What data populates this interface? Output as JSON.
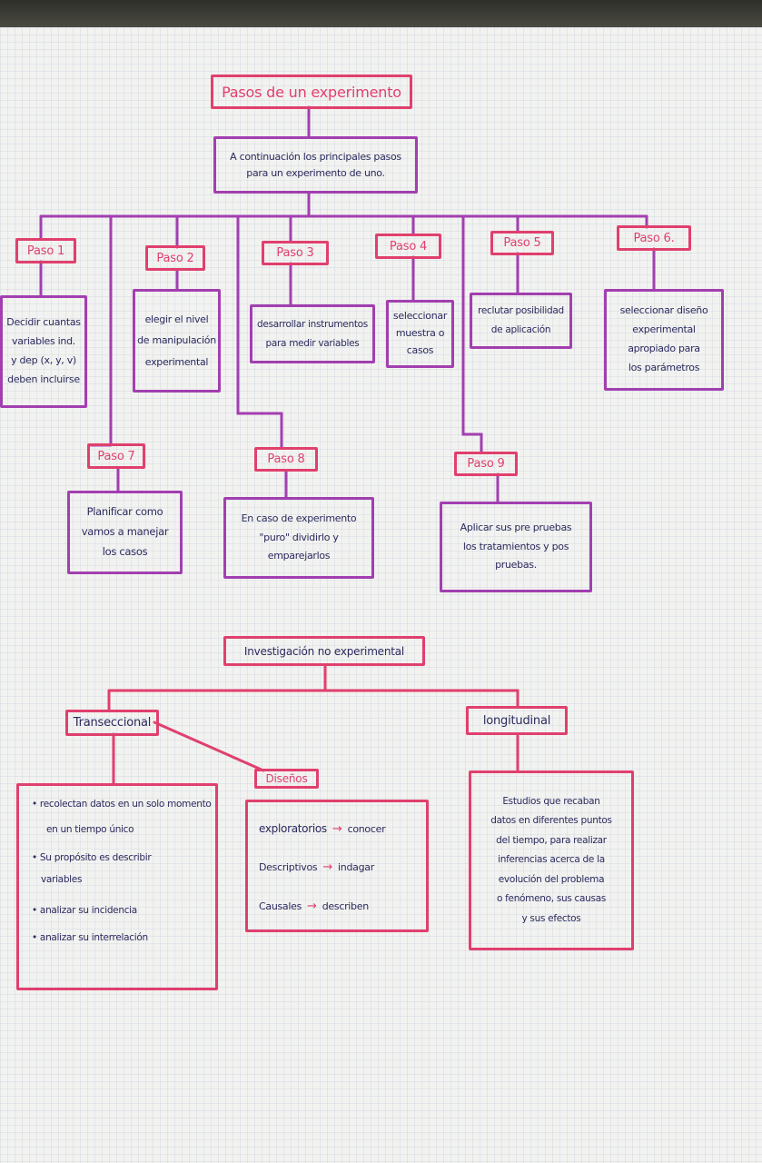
{
  "experimento": {
    "title": "Pasos de un experimento",
    "intro": "A continuación los principales pasos\npara un experimento de uno.",
    "pasos": [
      {
        "label": "Paso 1",
        "text": "Decidir cuantas\nvariables ind.\ny dep (x, y, v)\ndeben incluirse"
      },
      {
        "label": "Paso 2",
        "text": "elegir el nivel\nde manipulación\nexperimental"
      },
      {
        "label": "Paso 3",
        "text": "desarrollar instrumentos\npara medir variables"
      },
      {
        "label": "Paso 4",
        "text": "seleccionar\nmuestra o\ncasos"
      },
      {
        "label": "Paso 5",
        "text": "reclutar posibilidad\nde aplicación"
      },
      {
        "label": "Paso 6.",
        "text": "seleccionar diseño\nexperimental\napropiado para\nlos parámetros"
      },
      {
        "label": "Paso 7",
        "text": "Planificar como\nvamos a manejar\nlos casos"
      },
      {
        "label": "Paso 8",
        "text": "En caso de experimento\n\"puro\" dividirlo y\nemparejarlos"
      },
      {
        "label": "Paso 9",
        "text": "Aplicar sus pre pruebas\nlos tratamientos y pos\npruebas."
      }
    ]
  },
  "no_experimental": {
    "title": "Investigación no experimental",
    "transversal": {
      "label": "Transeccional",
      "items": [
        "• recolectan datos en un solo momento",
        "en un tiempo único",
        "• Su propósito es describir",
        "variables",
        "• analizar su incidencia",
        "• analizar su interrelación"
      ]
    },
    "disenos": {
      "label": "Diseños",
      "rows": [
        {
          "name": "exploratorios",
          "arrow": "→",
          "verb": "conocer"
        },
        {
          "name": "Descriptivos",
          "arrow": "→",
          "verb": "indagar"
        },
        {
          "name": "Causales",
          "arrow": "→",
          "verb": "describen"
        }
      ]
    },
    "longitudinal": {
      "label": "longitudinal",
      "text": "Estudios que recaban\ndatos en diferentes puntos\ndel tiempo, para realizar\ninferencias acerca de la\nevolución del problema\no fenómeno, sus causas\ny sus efectos"
    }
  },
  "colors": {
    "purple": "#a23fb0",
    "pink": "#e0406e",
    "ink": "#2b2a5e"
  }
}
